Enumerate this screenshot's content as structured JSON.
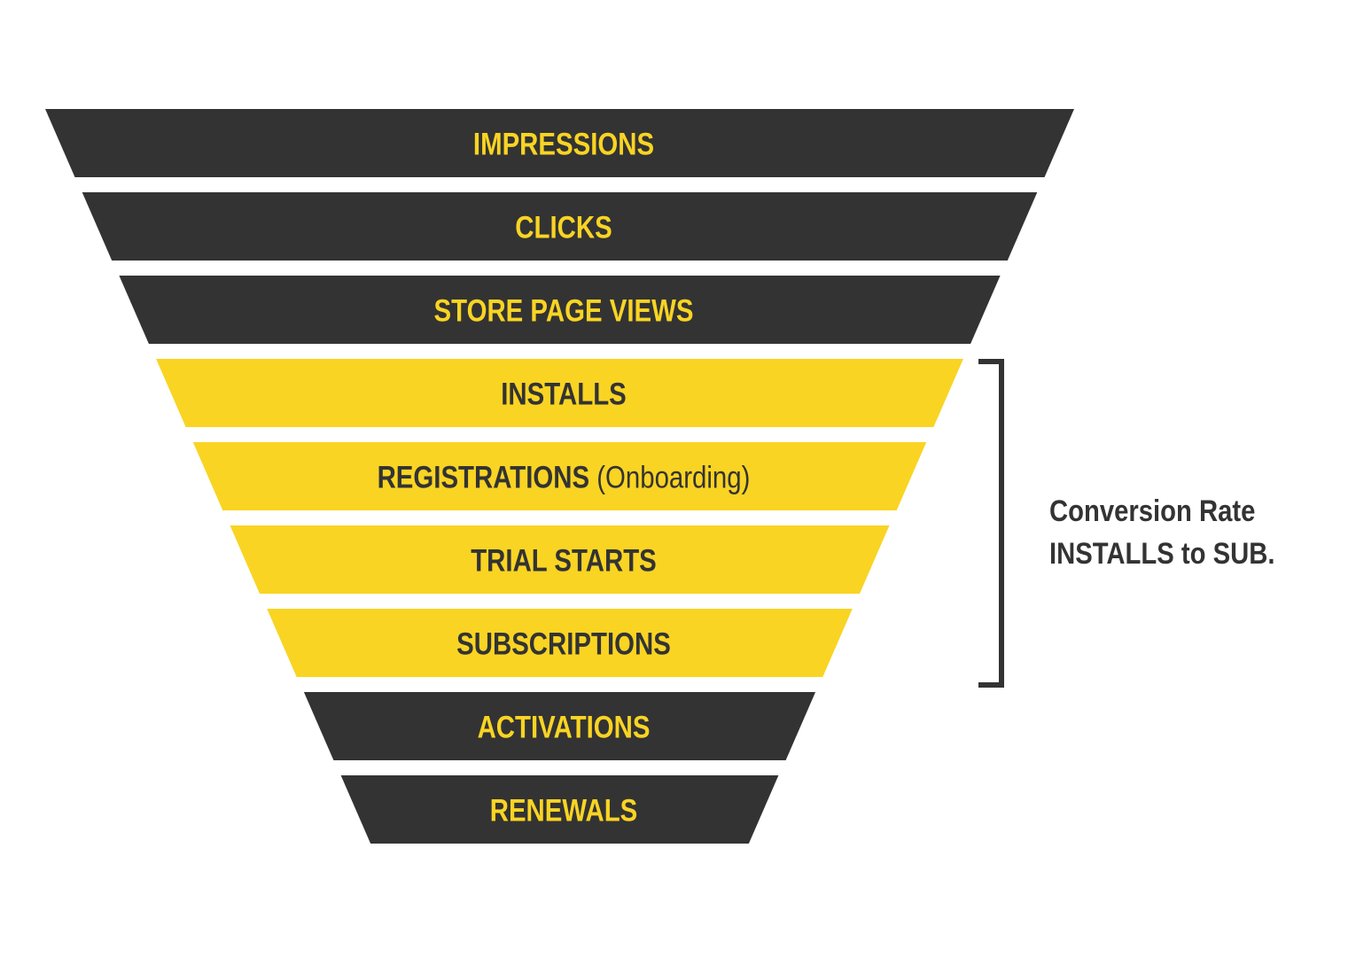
{
  "diagram": {
    "type": "funnel",
    "colors": {
      "dark": "#333333",
      "accent": "#F9D423",
      "bracket": "#333333",
      "background": "#FFFFFF"
    },
    "stages": [
      {
        "label": "IMPRESSIONS",
        "suffix": "",
        "style": "dark"
      },
      {
        "label": "CLICKS",
        "suffix": "",
        "style": "dark"
      },
      {
        "label": "STORE PAGE VIEWS",
        "suffix": "",
        "style": "dark"
      },
      {
        "label": "INSTALLS",
        "suffix": "",
        "style": "accent"
      },
      {
        "label": "REGISTRATIONS",
        "suffix": " (Onboarding)",
        "style": "accent"
      },
      {
        "label": "TRIAL STARTS",
        "suffix": "",
        "style": "accent"
      },
      {
        "label": "SUBSCRIPTIONS",
        "suffix": "",
        "style": "accent"
      },
      {
        "label": "ACTIVATIONS",
        "suffix": "",
        "style": "dark"
      },
      {
        "label": "RENEWALS",
        "suffix": "",
        "style": "dark"
      }
    ],
    "bracket": {
      "from_stage": "INSTALLS",
      "to_stage": "SUBSCRIPTIONS",
      "note_line1": "Conversion Rate",
      "note_line2": "INSTALLS to SUB."
    }
  }
}
